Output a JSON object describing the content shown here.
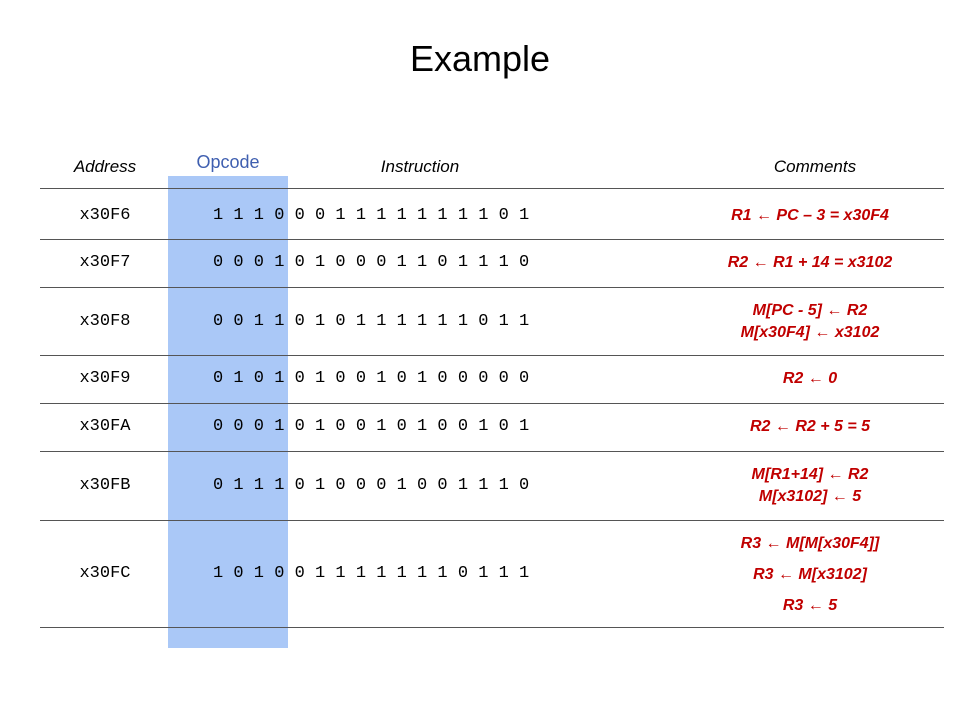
{
  "title": "Example",
  "headers": {
    "address": "Address",
    "opcode": "Opcode",
    "instruction": "Instruction",
    "comments": "Comments"
  },
  "colors": {
    "opcode_band": "#aac8f7",
    "opcode_label": "#3f5fb0",
    "comment_text": "#c00000"
  },
  "rows": [
    {
      "address": "x30F6",
      "instruction": "1 1 1 0 0 0 1 1 1 1 1 1 1 1 0 1",
      "comments": [
        "R1 ← PC – 3 = x30F4"
      ]
    },
    {
      "address": "x30F7",
      "instruction": "0 0 0 1 0 1 0 0 0 1 1 0 1 1 1 0",
      "comments": [
        "R2 ← R1 + 14 = x3102"
      ]
    },
    {
      "address": "x30F8",
      "instruction": "0 0 1 1 0 1 0 1 1 1 1 1 1 0 1 1",
      "comments": [
        "M[PC - 5] ← R2",
        "M[x30F4] ← x3102"
      ]
    },
    {
      "address": "x30F9",
      "instruction": "0 1 0 1 0 1 0 0 1 0 1 0 0 0 0 0",
      "comments": [
        "R2 ← 0"
      ]
    },
    {
      "address": "x30FA",
      "instruction": "0 0 0 1 0 1 0 0 1 0 1 0 0 1 0 1",
      "comments": [
        "R2 ← R2 + 5 = 5"
      ]
    },
    {
      "address": "x30FB",
      "instruction": "0 1 1 1 0 1 0 0 0 1 0 0 1 1 1 0",
      "comments": [
        "M[R1+14] ← R2",
        "M[x3102] ← 5"
      ]
    },
    {
      "address": "x30FC",
      "instruction": "1 0 1 0 0 1 1 1 1 1 1 1 0 1 1 1",
      "comments": [
        "R3 ← M[M[x30F4]]",
        "R3 ← M[x3102]",
        "R3 ← 5"
      ]
    }
  ]
}
